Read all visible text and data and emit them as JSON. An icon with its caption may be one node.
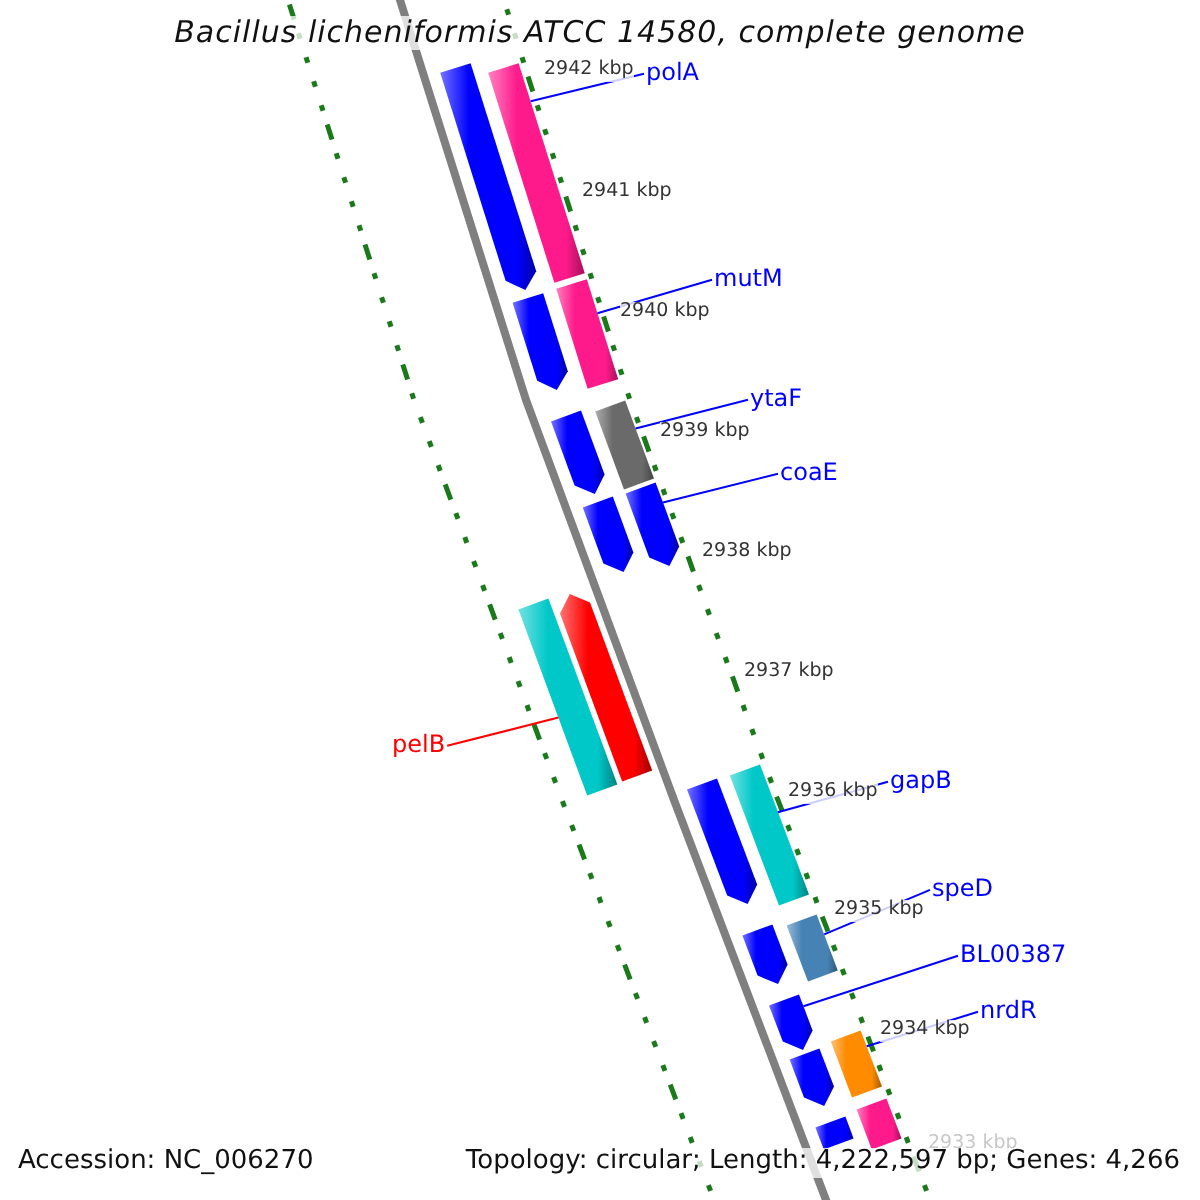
{
  "diagram": {
    "title": "Bacillus licheniformis ATCC 14580, complete genome",
    "nodes": [
      {
        "text": [
          "polA"
        ]
      },
      {
        "text": [
          "mutM"
        ]
      },
      {
        "text": [
          "ytaF"
        ]
      },
      {
        "text": [
          "coaE"
        ]
      },
      {
        "text": [
          "pelB"
        ]
      },
      {
        "text": [
          "gapB"
        ]
      },
      {
        "text": [
          "speD"
        ]
      },
      {
        "text": [
          "BL00387"
        ]
      },
      {
        "text": [
          "nrdR"
        ]
      },
      {
        "text": [],
        "shape": "bar"
      },
      {
        "text": [],
        "shape": "bar"
      },
      {
        "text": [],
        "shape": "bar"
      },
      {
        "text": [],
        "shape": "bar"
      },
      {
        "text": [],
        "shape": "bar"
      },
      {
        "text": [],
        "shape": "bar"
      },
      {
        "text": [],
        "shape": "bar"
      },
      {
        "text": [],
        "shape": "bar"
      },
      {
        "text": [],
        "shape": "bar"
      },
      {
        "text": [],
        "shape": "bar"
      },
      {
        "text": [],
        "shape": "bar"
      },
      {
        "text": [],
        "shape": "bar"
      },
      {
        "text": [],
        "shape": "bar"
      },
      {
        "text": [],
        "shape": "bar"
      },
      {
        "text": [],
        "shape": "bar"
      },
      {
        "text": [],
        "shape": "bar"
      },
      {
        "text": [],
        "shape": "bar"
      },
      {
        "text": [],
        "shape": "bar"
      },
      {
        "text": [],
        "shape": "bar"
      }
    ],
    "edges": [
      {
        "from": 0,
        "to": 10,
        "arrow": "none"
      },
      {
        "from": 1,
        "to": 11,
        "arrow": "none"
      },
      {
        "from": 2,
        "to": 13,
        "arrow": "none"
      },
      {
        "from": 3,
        "to": 15,
        "arrow": "none"
      },
      {
        "from": 4,
        "to": 18,
        "arrow": "none",
        "color": "#ff0000"
      },
      {
        "from": 5,
        "to": 19,
        "arrow": "none"
      },
      {
        "from": 6,
        "to": 21,
        "arrow": "none"
      },
      {
        "from": 7,
        "to": 23,
        "arrow": "none"
      },
      {
        "from": 8,
        "to": 24,
        "arrow": "none"
      }
    ],
    "labels": [
      "2942 kbp",
      "2941 kbp",
      "2940 kbp",
      "2939 kbp",
      "2938 kbp",
      "2937 kbp",
      "2936 kbp",
      "2935 kbp",
      "2934 kbp",
      "2933 kbp",
      "Accession: NC_006270",
      "Topology: circular; Length: 4,222,597 bp; Genes: 4,266"
    ]
  }
}
